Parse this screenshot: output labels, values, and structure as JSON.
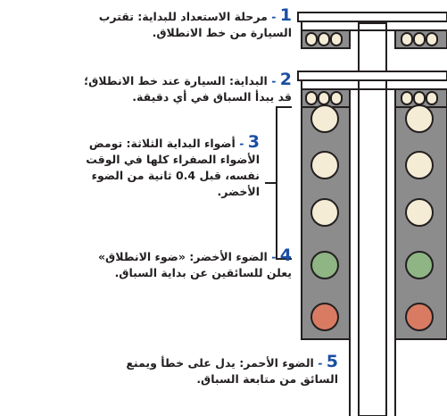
{
  "colors": {
    "accent": "#1a4fa3",
    "text": "#231f20",
    "panel": "#8c8c8c",
    "lamp_off": "#f5ecd6",
    "lamp_green": "#8eb583",
    "lamp_red": "#d97b63",
    "lamp_outline": "#231f20"
  },
  "captions": [
    {
      "number": "1",
      "separator": "-",
      "lines": [
        "مرحلة الاستعداد للبداية: تقترب",
        "السيارة من خط الانطلاق."
      ]
    },
    {
      "number": "2",
      "separator": "-",
      "lines": [
        "البداية: السيارة عند خط الانطلاق؛",
        "قد يبدأ السباق في أي دقيقة."
      ]
    },
    {
      "number": "3",
      "separator": "-",
      "lines": [
        "أضواء البداية الثلاثة: تومض",
        "الأضواء الصفراء كلها في الوقت",
        "نفسه، قبل 0.4 ثانية من الضوء",
        "الأخضر."
      ]
    },
    {
      "number": "4",
      "separator": "-",
      "lines": [
        "الضوء الأخضر: «ضوء الانطلاق»",
        "يعلن للسائقين عن بداية السباق."
      ]
    },
    {
      "number": "5",
      "separator": "-",
      "lines": [
        "الضوء الأحمر: يدل على خطأ ويمنع",
        "السائق من متابعة السباق."
      ]
    }
  ],
  "tree": {
    "stage_rows": [
      "pre-stage",
      "stage"
    ],
    "lamp_rows": [
      "amber",
      "amber",
      "amber",
      "green",
      "red"
    ]
  }
}
